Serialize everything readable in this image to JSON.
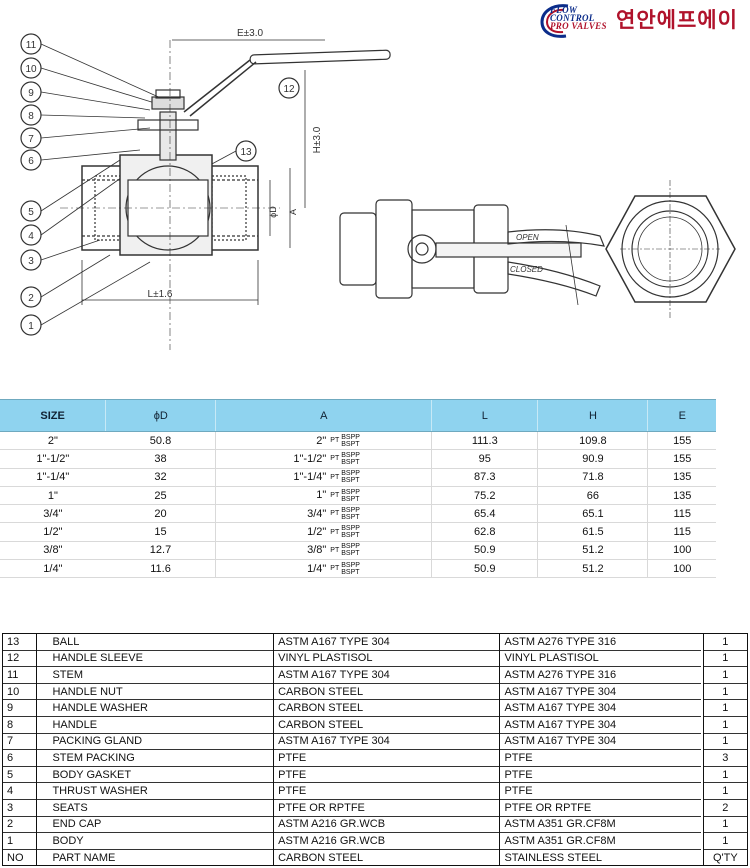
{
  "logo": {
    "brand_line1": "FLOW",
    "brand_line2": "CONTROL",
    "brand_line3": "PRO VALVES",
    "korean_name": "연안에프에이",
    "colors": {
      "navy": "#0b2c8a",
      "red": "#b0122b"
    }
  },
  "drawing": {
    "balloons": [
      "11",
      "10",
      "9",
      "8",
      "7",
      "6",
      "5",
      "4",
      "3",
      "2",
      "1",
      "12",
      "13"
    ],
    "dimension_labels": {
      "E": "E±3.0",
      "H": "H±3.0",
      "D": "ϕD",
      "A": "A",
      "L": "L±1.6"
    },
    "open_label": "OPEN",
    "closed_label": "CLOSED"
  },
  "size_table": {
    "headers": [
      "SIZE",
      "ϕD",
      "A",
      "L",
      "H",
      "E"
    ],
    "thread_pt": "PT",
    "thread_bspp": "BSPP",
    "thread_bspt": "BSPT",
    "rows": [
      {
        "size": "2\"",
        "d": "50.8",
        "a": "2\"",
        "l": "111.3",
        "h": "109.8",
        "e": "155"
      },
      {
        "size": "1\"-1/2\"",
        "d": "38",
        "a": "1\"-1/2\"",
        "l": "95",
        "h": "90.9",
        "e": "155"
      },
      {
        "size": "1\"-1/4\"",
        "d": "32",
        "a": "1\"-1/4\"",
        "l": "87.3",
        "h": "71.8",
        "e": "135"
      },
      {
        "size": "1\"",
        "d": "25",
        "a": "1\"",
        "l": "75.2",
        "h": "66",
        "e": "135"
      },
      {
        "size": "3/4\"",
        "d": "20",
        "a": "3/4\"",
        "l": "65.4",
        "h": "65.1",
        "e": "115"
      },
      {
        "size": "1/2\"",
        "d": "15",
        "a": "1/2\"",
        "l": "62.8",
        "h": "61.5",
        "e": "115"
      },
      {
        "size": "3/8\"",
        "d": "12.7",
        "a": "3/8\"",
        "l": "50.9",
        "h": "51.2",
        "e": "100"
      },
      {
        "size": "1/4\"",
        "d": "11.6",
        "a": "1/4\"",
        "l": "50.9",
        "h": "51.2",
        "e": "100"
      }
    ]
  },
  "parts_table": {
    "rows": [
      {
        "no": "13",
        "part": "BALL",
        "m1": "ASTM A167 TYPE 304",
        "m2": "ASTM A276 TYPE 316",
        "qty": "1"
      },
      {
        "no": "12",
        "part": "HANDLE SLEEVE",
        "m1": "VINYL PLASTISOL",
        "m2": "VINYL PLASTISOL",
        "qty": "1"
      },
      {
        "no": "11",
        "part": "STEM",
        "m1": "ASTM A167 TYPE 304",
        "m2": "ASTM A276 TYPE 316",
        "qty": "1"
      },
      {
        "no": "10",
        "part": "HANDLE NUT",
        "m1": "CARBON STEEL",
        "m2": "ASTM A167 TYPE 304",
        "qty": "1"
      },
      {
        "no": "9",
        "part": "HANDLE WASHER",
        "m1": "CARBON STEEL",
        "m2": "ASTM A167 TYPE 304",
        "qty": "1"
      },
      {
        "no": "8",
        "part": "HANDLE",
        "m1": "CARBON STEEL",
        "m2": "ASTM A167 TYPE 304",
        "qty": "1"
      },
      {
        "no": "7",
        "part": "PACKING GLAND",
        "m1": "ASTM A167 TYPE 304",
        "m2": "ASTM A167 TYPE 304",
        "qty": "1"
      },
      {
        "no": "6",
        "part": "STEM PACKING",
        "m1": "PTFE",
        "m2": "PTFE",
        "qty": "3"
      },
      {
        "no": "5",
        "part": "BODY GASKET",
        "m1": "PTFE",
        "m2": "PTFE",
        "qty": "1"
      },
      {
        "no": "4",
        "part": "THRUST WASHER",
        "m1": "PTFE",
        "m2": "PTFE",
        "qty": "1"
      },
      {
        "no": "3",
        "part": "SEATS",
        "m1": "PTFE OR RPTFE",
        "m2": "PTFE OR RPTFE",
        "qty": "2"
      },
      {
        "no": "2",
        "part": "END CAP",
        "m1": "ASTM A216 GR.WCB",
        "m2": "ASTM A351 GR.CF8M",
        "qty": "1"
      },
      {
        "no": "1",
        "part": "BODY",
        "m1": "ASTM A216 GR.WCB",
        "m2": "ASTM A351 GR.CF8M",
        "qty": "1"
      },
      {
        "no": "NO",
        "part": "PART NAME",
        "m1": "CARBON STEEL",
        "m2": "STAINLESS STEEL",
        "qty": "Q'TY"
      }
    ]
  }
}
